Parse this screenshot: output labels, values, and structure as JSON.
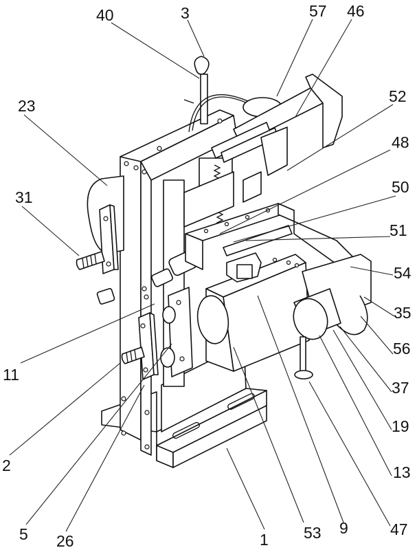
{
  "figure": {
    "type": "mechanical isometric assembly drawing",
    "background_color": "#ffffff",
    "line_color": "#111111",
    "callouts": [
      {
        "id": "40",
        "label": "40"
      },
      {
        "id": "3",
        "label": "3"
      },
      {
        "id": "57",
        "label": "57"
      },
      {
        "id": "46",
        "label": "46"
      },
      {
        "id": "52",
        "label": "52"
      },
      {
        "id": "23",
        "label": "23"
      },
      {
        "id": "48",
        "label": "48"
      },
      {
        "id": "50",
        "label": "50"
      },
      {
        "id": "31",
        "label": "31"
      },
      {
        "id": "51",
        "label": "51"
      },
      {
        "id": "54",
        "label": "54"
      },
      {
        "id": "35",
        "label": "35"
      },
      {
        "id": "56",
        "label": "56"
      },
      {
        "id": "11",
        "label": "11"
      },
      {
        "id": "37",
        "label": "37"
      },
      {
        "id": "19",
        "label": "19"
      },
      {
        "id": "2",
        "label": "2"
      },
      {
        "id": "13",
        "label": "13"
      },
      {
        "id": "5",
        "label": "5"
      },
      {
        "id": "26",
        "label": "26"
      },
      {
        "id": "1",
        "label": "1"
      },
      {
        "id": "53",
        "label": "53"
      },
      {
        "id": "9",
        "label": "9"
      },
      {
        "id": "47",
        "label": "47"
      }
    ]
  }
}
